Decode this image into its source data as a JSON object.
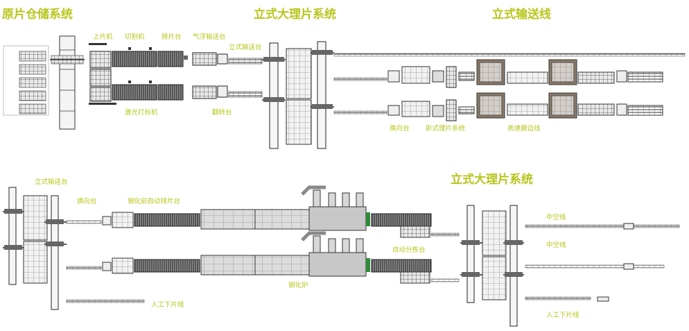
{
  "titles": {
    "raw_storage": "原片仓储系统",
    "vertical_sorting_top": "立式大理片系统",
    "vertical_conveyor_line": "立式输送线",
    "vertical_sorting_bottom": "立式大理片系统"
  },
  "labels": {
    "loader": "上片机",
    "cutter": "切割机",
    "breaking_table": "掰片台",
    "air_float_table": "气浮输送台",
    "vertical_conveyor_table_top": "立式输送台",
    "laser_marker": "激光打标机",
    "flip_table": "翻转台",
    "turning_table_top": "换向台",
    "horizontal_sorting": "卧式理片系统",
    "high_speed_edging": "高速磨边线",
    "vertical_conveyor_table_bottom": "立式输送台",
    "turning_table_bottom": "换向台",
    "pre_temper_arrange": "钢化前自动排片台",
    "auto_sorting_table": "自动分拣台",
    "tempering_furnace": "钢化炉",
    "manual_unload_left": "人工下片线",
    "insulating_line_1": "中空线",
    "insulating_line_2": "中空线",
    "manual_unload_right": "人工下片线"
  },
  "colors": {
    "label": "#b7c61c",
    "machine_dark": "#3a3a3a",
    "machine_mid": "#8a8a8a",
    "machine_light": "#cfcfcf",
    "green_accent": "#2f8a3a",
    "brown_accent": "#8b7a6a"
  }
}
